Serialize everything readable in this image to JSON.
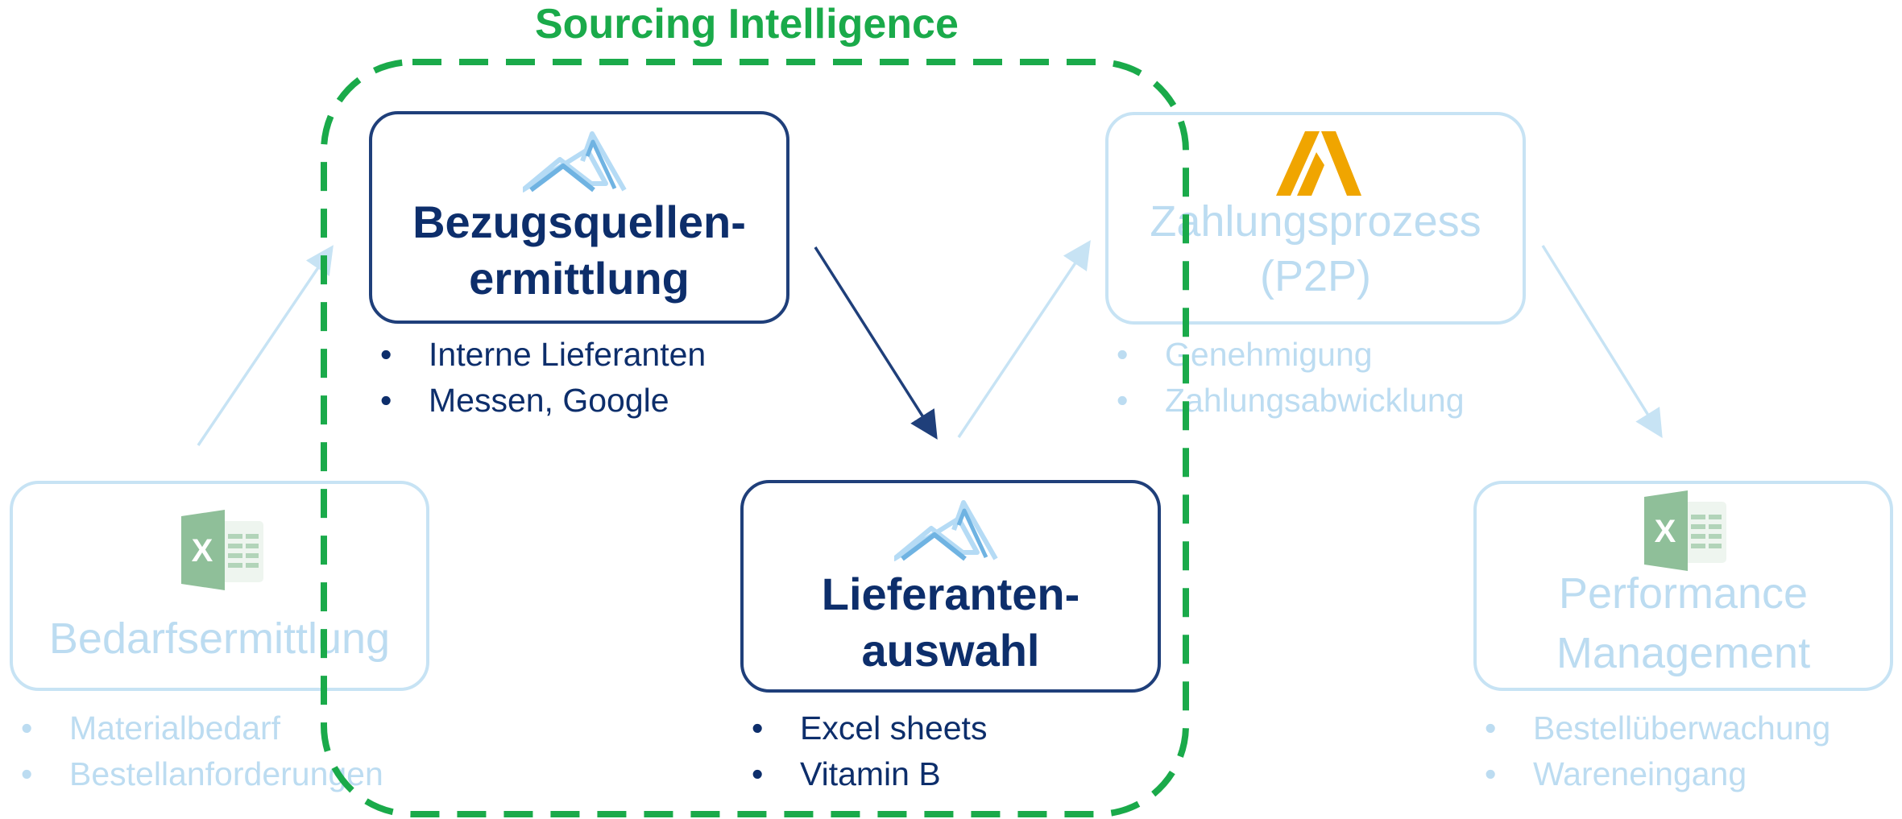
{
  "heading": "Sourcing Intelligence",
  "steps": {
    "bedarf": {
      "title": "Bedarfsermittlung",
      "icon": "excel-icon",
      "bullets": [
        "Materialbedarf",
        "Bestellanforderungen"
      ]
    },
    "bezugsquellen": {
      "title_line1": "Bezugsquellen-",
      "title_line2": "ermittlung",
      "icon": "mountain-logo-icon",
      "bullets": [
        "Interne Lieferanten",
        "Messen, Google"
      ]
    },
    "lieferanten": {
      "title_line1": "Lieferanten-",
      "title_line2": "auswahl",
      "icon": "mountain-logo-icon",
      "bullets": [
        "Excel sheets",
        "Vitamin B"
      ]
    },
    "zahlung": {
      "title_line1": "Zahlungsprozess",
      "title_line2": "(P2P)",
      "icon": "ariba-logo-icon",
      "bullets": [
        "Genehmigung",
        "Zahlungsabwicklung"
      ]
    },
    "performance": {
      "title_line1": "Performance",
      "title_line2": "Management",
      "icon": "excel-icon",
      "bullets": [
        "Bestellüberwachung",
        "Wareneingang"
      ]
    }
  },
  "colors": {
    "active": "#0d2e6b",
    "faded": "#bcdcf1",
    "highlight": "#1aaa4a",
    "ariba": "#f0a500"
  }
}
